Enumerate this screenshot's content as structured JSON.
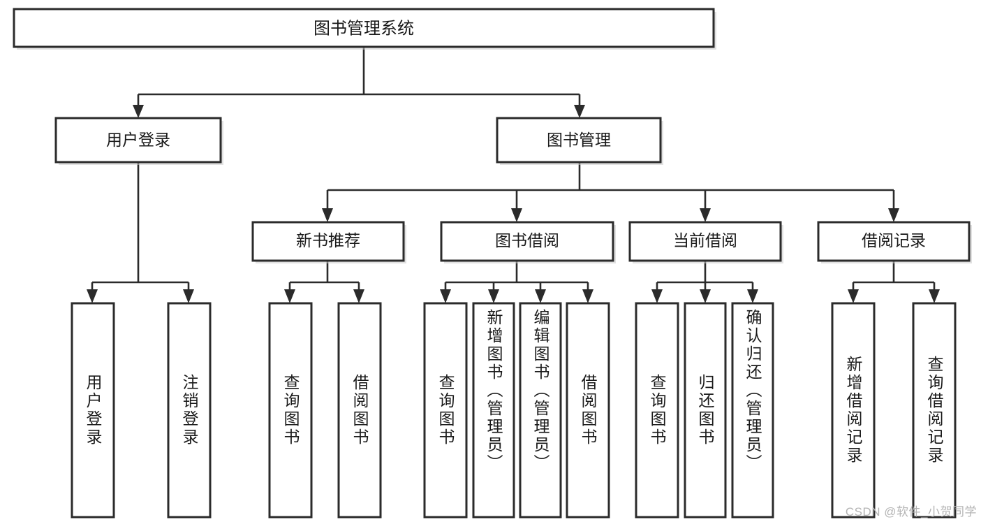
{
  "diagram": {
    "title": "图书管理系统",
    "type": "tree",
    "orientation": "top-down",
    "watermark": "CSDN @软件_小贺同学",
    "levels": [
      {
        "level": 1,
        "nodes": [
          {
            "id": "root",
            "label": "图书管理系统",
            "orientation": "horizontal"
          }
        ]
      },
      {
        "level": 2,
        "nodes": [
          {
            "id": "login",
            "label": "用户登录",
            "orientation": "horizontal",
            "parent": "root"
          },
          {
            "id": "bookmgmt",
            "label": "图书管理",
            "orientation": "horizontal",
            "parent": "root"
          }
        ]
      },
      {
        "level": 3,
        "nodes": [
          {
            "id": "newbook",
            "label": "新书推荐",
            "orientation": "horizontal",
            "parent": "bookmgmt"
          },
          {
            "id": "borrow",
            "label": "图书借阅",
            "orientation": "horizontal",
            "parent": "bookmgmt"
          },
          {
            "id": "current",
            "label": "当前借阅",
            "orientation": "horizontal",
            "parent": "bookmgmt"
          },
          {
            "id": "records",
            "label": "借阅记录",
            "orientation": "horizontal",
            "parent": "bookmgmt"
          }
        ]
      },
      {
        "level": 4,
        "nodes": [
          {
            "id": "leaf-1",
            "label": "用户登录",
            "orientation": "vertical",
            "parent": "login"
          },
          {
            "id": "leaf-2",
            "label": "注销登录",
            "orientation": "vertical",
            "parent": "login"
          },
          {
            "id": "leaf-3",
            "label": "查询图书",
            "orientation": "vertical",
            "parent": "newbook"
          },
          {
            "id": "leaf-4",
            "label": "借阅图书",
            "orientation": "vertical",
            "parent": "newbook"
          },
          {
            "id": "leaf-5",
            "label": "查询图书",
            "orientation": "vertical",
            "parent": "borrow"
          },
          {
            "id": "leaf-6",
            "label": "新增图书（管理员）",
            "orientation": "vertical",
            "parent": "borrow"
          },
          {
            "id": "leaf-7",
            "label": "编辑图书（管理员）",
            "orientation": "vertical",
            "parent": "borrow"
          },
          {
            "id": "leaf-8",
            "label": "借阅图书",
            "orientation": "vertical",
            "parent": "borrow"
          },
          {
            "id": "leaf-9",
            "label": "查询图书",
            "orientation": "vertical",
            "parent": "current"
          },
          {
            "id": "leaf-10",
            "label": "归还图书",
            "orientation": "vertical",
            "parent": "current"
          },
          {
            "id": "leaf-11",
            "label": "确认归还（管理员）",
            "orientation": "vertical",
            "parent": "current"
          },
          {
            "id": "leaf-12",
            "label": "新增借阅记录",
            "orientation": "vertical",
            "parent": "records"
          },
          {
            "id": "leaf-13",
            "label": "查询借阅记录",
            "orientation": "vertical",
            "parent": "records"
          }
        ]
      }
    ],
    "colors": {
      "box_stroke": "#2b2b2b",
      "box_fill": "#ffffff",
      "edge": "#2b2b2b",
      "text": "#1a1a1a",
      "watermark": "#b4b4b4",
      "background": "#ffffff"
    }
  }
}
